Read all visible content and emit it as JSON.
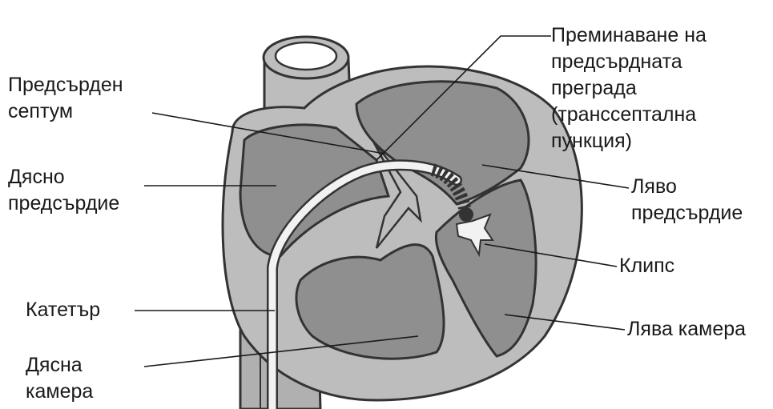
{
  "labels": {
    "septum": [
      "Предсърден",
      "септум"
    ],
    "right_atrium": [
      "Дясно",
      "предсърдие"
    ],
    "catheter": [
      "Катетър"
    ],
    "right_ventricle": [
      "Дясна",
      "камера"
    ],
    "transseptal": [
      "Преминаване на",
      "предсърдната",
      "преграда",
      "(транссептална",
      "пункция)"
    ],
    "left_atrium": [
      "Ляво",
      "предсърдие"
    ],
    "clip": [
      "Клипс"
    ],
    "left_ventricle": [
      "Лява камера"
    ]
  },
  "colors": {
    "outline": "#333333",
    "heart_wall": "#bdbdbd",
    "chamber": "#8f8f8f",
    "catheter": "#f2f2f2",
    "background": "#ffffff"
  }
}
